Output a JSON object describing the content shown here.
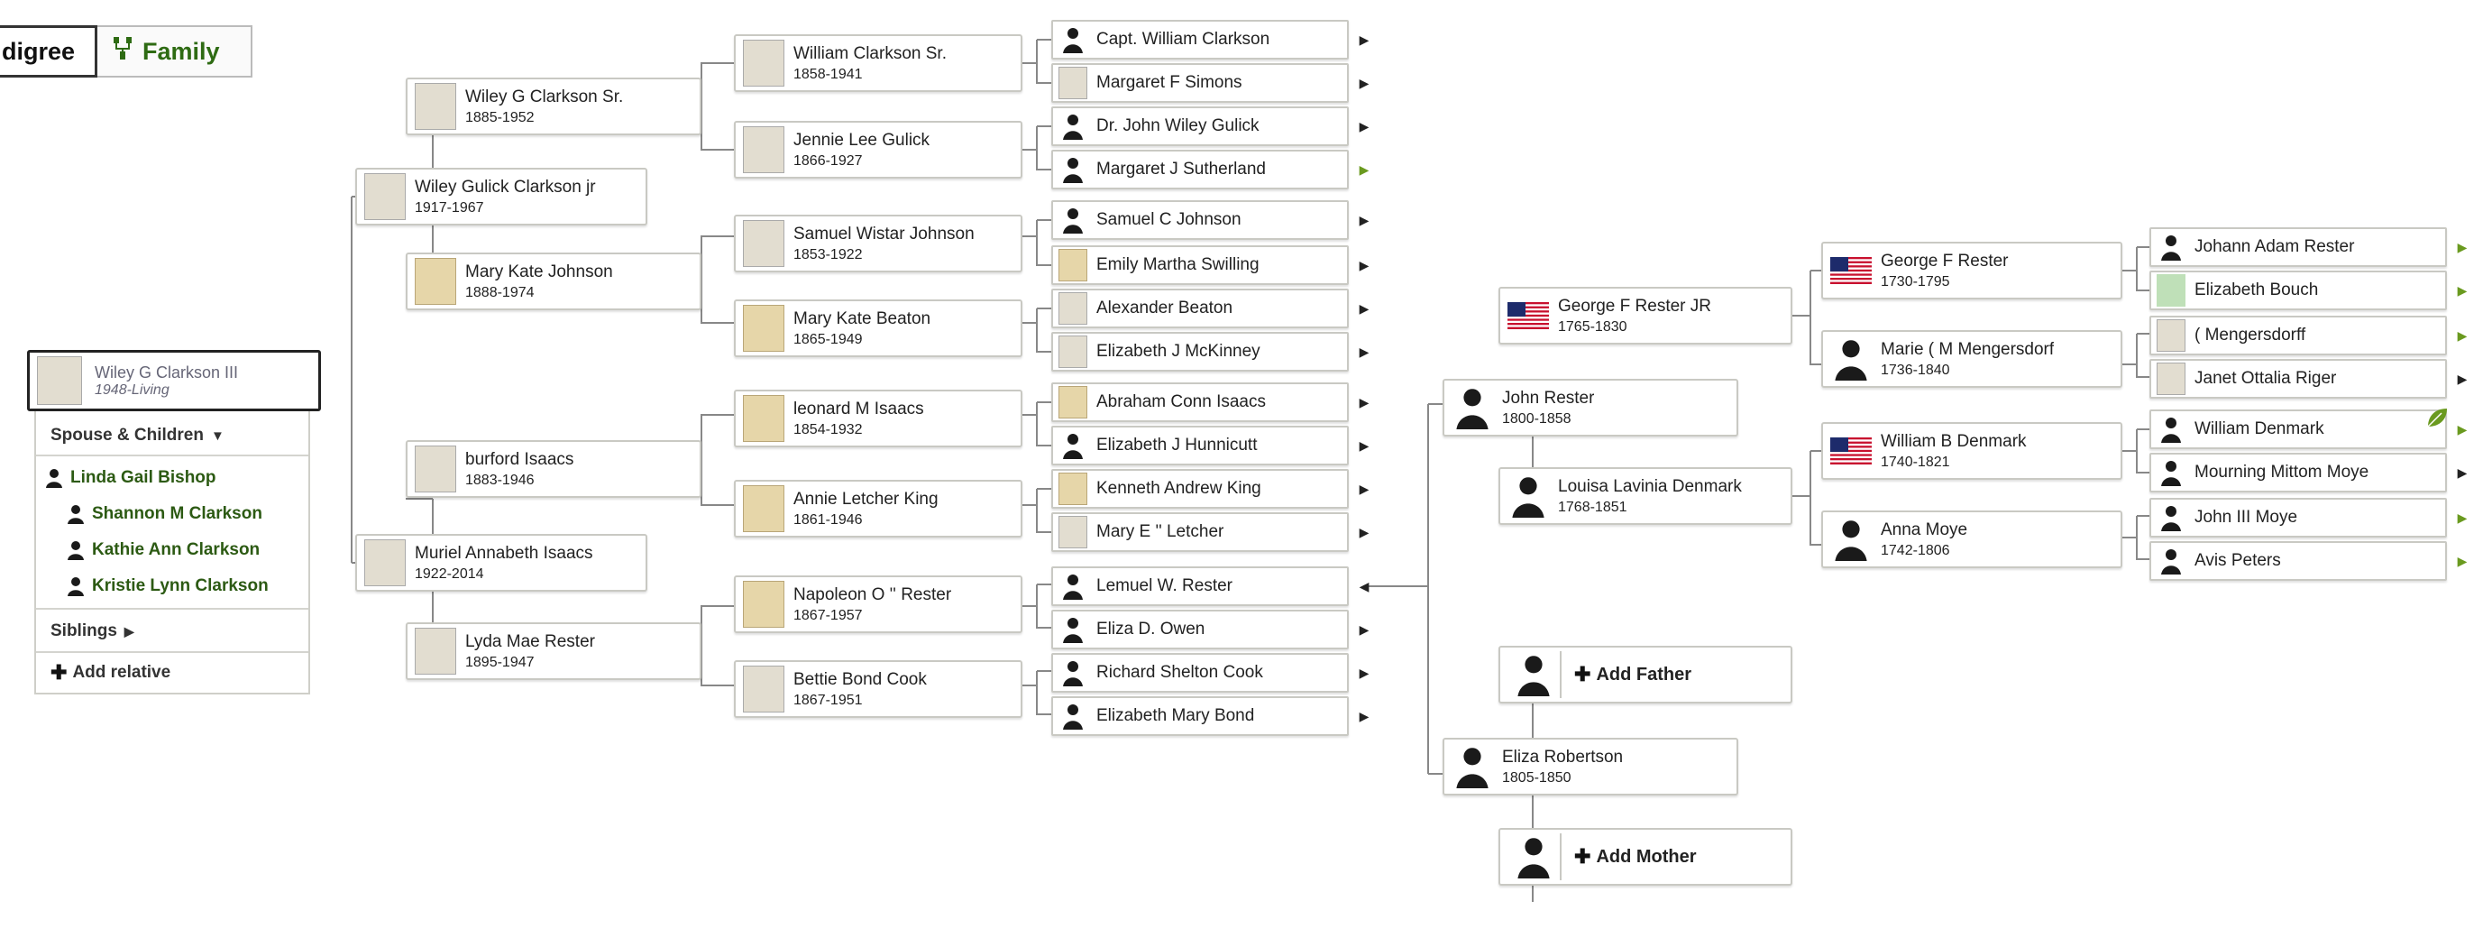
{
  "view_switch": {
    "pedigree_label": "digree",
    "family_label": "Family"
  },
  "focus": {
    "name": "Wiley G Clarkson III",
    "dates": "1948-Living"
  },
  "family_panel": {
    "spouse_header": "Spouse & Children",
    "spouse": "Linda Gail Bishop",
    "children": [
      "Shannon M Clarkson",
      "Kathie Ann Clarkson",
      "Kristie Lynn Clarkson"
    ],
    "siblings_label": "Siblings",
    "add_relative_label": "Add relative"
  },
  "parents": {
    "father": {
      "name": "Wiley Gulick Clarkson jr",
      "dates": "1917-1967"
    },
    "mother": {
      "name": "Muriel Annabeth Isaacs",
      "dates": "1922-2014"
    }
  },
  "grandparents": [
    {
      "name": "Wiley G Clarkson Sr.",
      "dates": "1885-1952"
    },
    {
      "name": "Mary Kate Johnson",
      "dates": "1888-1974"
    },
    {
      "name": "burford Isaacs",
      "dates": "1883-1946"
    },
    {
      "name": "Lyda Mae Rester",
      "dates": "1895-1947"
    }
  ],
  "great_grandparents": [
    {
      "name": "William Clarkson Sr.",
      "dates": "1858-1941"
    },
    {
      "name": "Jennie Lee Gulick",
      "dates": "1866-1927"
    },
    {
      "name": "Samuel Wistar Johnson",
      "dates": "1853-1922"
    },
    {
      "name": "Mary Kate Beaton",
      "dates": "1865-1949"
    },
    {
      "name": "leonard M Isaacs",
      "dates": "1854-1932"
    },
    {
      "name": "Annie Letcher King",
      "dates": "1861-1946"
    },
    {
      "name": "Napoleon O '' Rester",
      "dates": "1867-1957"
    },
    {
      "name": "Bettie Bond Cook",
      "dates": "1867-1951"
    }
  ],
  "gen4": [
    "Capt. William Clarkson",
    "Margaret F Simons",
    "Dr. John Wiley Gulick",
    "Margaret J Sutherland",
    "Samuel C Johnson",
    "Emily Martha Swilling",
    "Alexander Beaton",
    "Elizabeth J McKinney",
    "Abraham Conn Isaacs",
    "Elizabeth J Hunnicutt",
    "Kenneth Andrew King",
    "Mary E '' Letcher",
    "Lemuel W. Rester",
    "Eliza D. Owen",
    "Richard Shelton Cook",
    "Elizabeth Mary Bond"
  ],
  "right_tree": {
    "george_jr": {
      "name": "George F Rester JR",
      "dates": "1765-1830"
    },
    "john": {
      "name": "John Rester",
      "dates": "1800-1858"
    },
    "louisa": {
      "name": "Louisa Lavinia Denmark",
      "dates": "1768-1851"
    },
    "george_sr": {
      "name": "George F Rester",
      "dates": "1730-1795"
    },
    "marie": {
      "name": "Marie ( M Mengersdorf",
      "dates": "1736-1840"
    },
    "william_d": {
      "name": "William B Denmark",
      "dates": "1740-1821"
    },
    "anna": {
      "name": "Anna Moye",
      "dates": "1742-1806"
    },
    "eliza_r": {
      "name": "Eliza Robertson",
      "dates": "1805-1850"
    },
    "add_father": "Add Father",
    "add_mother": "Add Mother",
    "far": [
      "Johann Adam Rester",
      "Elizabeth Bouch",
      "( Mengersdorff",
      "Janet Ottalia Riger",
      "William Denmark",
      "Mourning Mittom Moye",
      "John III Moye",
      "Avis Peters"
    ]
  },
  "colors": {
    "link_green": "#2c5a13",
    "arrow_green": "#6a9a1f",
    "box_border": "#c9c9c3",
    "line": "#888888"
  },
  "icons": [
    "family-tree-icon",
    "person-silhouette-icon",
    "us-flag-icon",
    "caret-right-icon",
    "caret-down-icon",
    "plus-icon",
    "leaf-hint-icon"
  ]
}
